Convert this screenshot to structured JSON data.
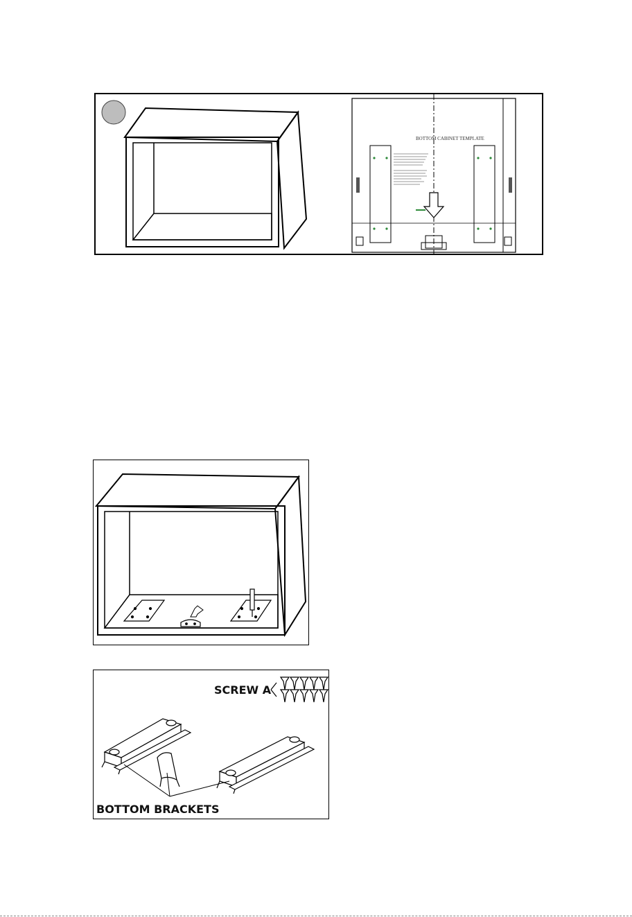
{
  "step_marker": {
    "color": "#bdbdbd"
  },
  "template_figure": {
    "title": "BOTTOM CABINET TEMPLATE",
    "accent_color": "#2e8b3a"
  },
  "brackets_figure": {
    "screw_label": "SCREW A",
    "brackets_label": "BOTTOM BRACKETS"
  }
}
